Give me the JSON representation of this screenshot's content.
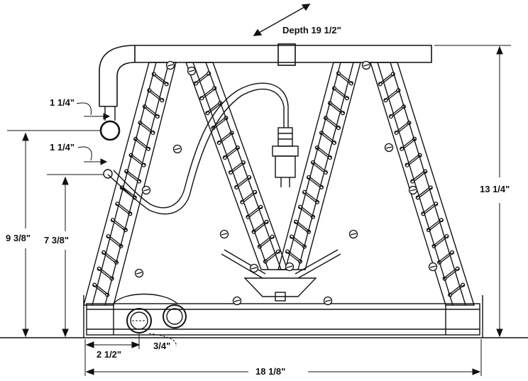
{
  "dimensions": {
    "depth": "Depth 19 1/2\"",
    "height_total": "13 1/4\"",
    "width_total": "18 1/8\"",
    "suction_offset": "1 1/4\"",
    "liquid_offset": "1 1/4\"",
    "suction_height": "9 3/8\"",
    "liquid_height": "7 3/8\"",
    "drain_offset": "2 1/2\"",
    "drain_size": "3/4\""
  },
  "colors": {
    "line": "#111111",
    "background": "#ffffff"
  }
}
